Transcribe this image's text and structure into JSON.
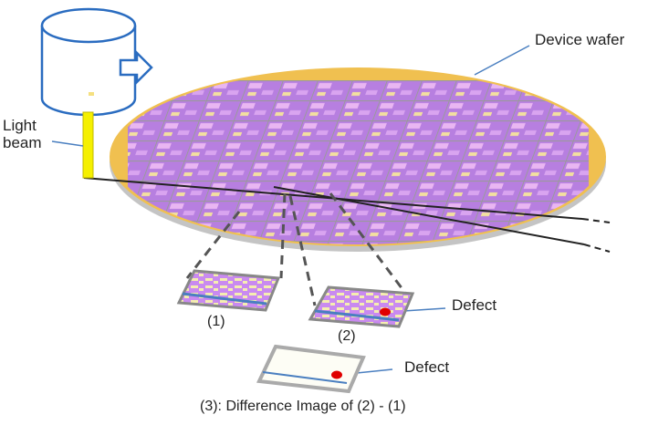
{
  "labels": {
    "device_wafer": "Device wafer",
    "light_beam_1": "Light",
    "light_beam_2": "beam",
    "defect_2": "Defect",
    "defect_3": "Defect",
    "image_1": "(1)",
    "image_2": "(2)",
    "caption_3": "(3): Difference Image of (2) - (1)"
  },
  "colors": {
    "wafer_die": "#b77fe0",
    "wafer_edge": "#f0c050",
    "beam": "#f5f000",
    "leader": "#4a7fc0",
    "defect": "#e00000",
    "scan_line": "#4a7fc0"
  }
}
